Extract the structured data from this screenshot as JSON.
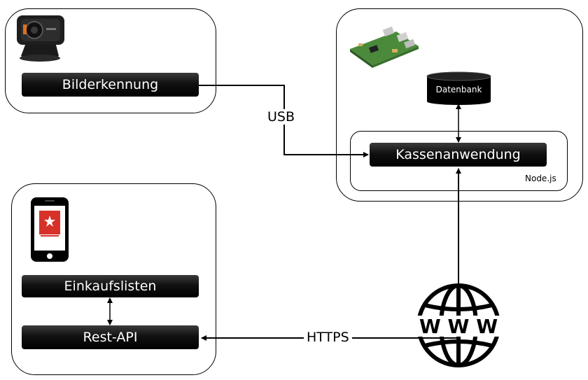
{
  "webcam_panel": {
    "box_label": "Bilderkennung"
  },
  "server_panel": {
    "database_label": "Datenbank",
    "app_label": "Kassenanwendung",
    "runtime_label": "Node.js"
  },
  "phone_panel": {
    "shopping_lists_label": "Einkaufslisten",
    "rest_api_label": "Rest-API"
  },
  "connections": {
    "usb_label": "USB",
    "https_label": "HTTPS"
  },
  "globe": {
    "text": "W W W"
  },
  "colors": {
    "box_bg": "#000000",
    "box_text": "#ffffff",
    "line": "#000000"
  }
}
